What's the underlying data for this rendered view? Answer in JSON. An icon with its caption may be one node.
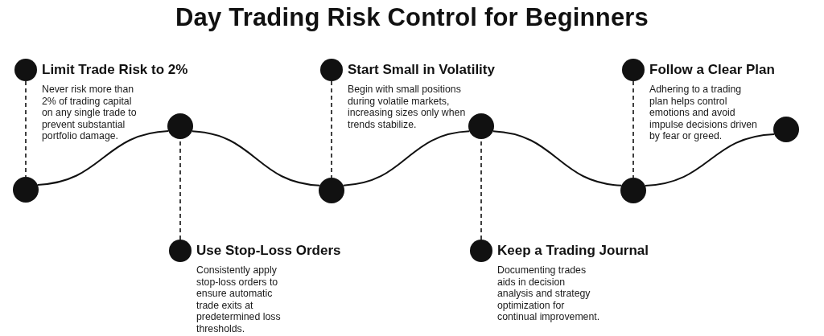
{
  "diagram": {
    "title": "Day Trading Risk Control for Beginners",
    "nodes": [
      {
        "text": [
          "Limit Trade Risk to 2%"
        ],
        "beside": [
          "Never risk more than 2% of trading capital on any single trade to prevent substantial portfolio damage."
        ]
      },
      {
        "text": [
          "Use Stop-Loss Orders"
        ],
        "beside": [
          "Consistently apply stop-loss orders to ensure automatic trade exits at predetermined loss thresholds."
        ]
      },
      {
        "text": [
          "Start Small in Volatility"
        ],
        "beside": [
          "Begin with small positions during volatile markets, increasing sizes only when trends stabilize."
        ]
      },
      {
        "text": [
          "Keep a Trading Journal"
        ],
        "beside": [
          "Documenting trades aids in decision analysis and strategy optimization for continual improvement."
        ]
      },
      {
        "text": [
          "Follow a Clear Plan"
        ],
        "beside": [
          "Adhering to a trading plan helps control emotions and avoid impulse decisions driven by fear or greed."
        ]
      },
      {
        "text": [],
        "shape": "circle"
      },
      {
        "text": [],
        "shape": "circle"
      },
      {
        "text": [],
        "shape": "circle"
      },
      {
        "text": [],
        "shape": "circle"
      },
      {
        "text": [],
        "shape": "circle"
      },
      {
        "text": [],
        "shape": "circle"
      }
    ],
    "edges": [
      {
        "from": 5,
        "to": 6,
        "arrow": "none"
      },
      {
        "from": 6,
        "to": 7,
        "arrow": "none"
      },
      {
        "from": 7,
        "to": 8,
        "arrow": "none"
      },
      {
        "from": 8,
        "to": 9,
        "arrow": "none"
      },
      {
        "from": 9,
        "to": 10,
        "arrow": "none"
      },
      {
        "from": 0,
        "to": 5,
        "arrow": "none",
        "style": "dashed"
      },
      {
        "from": 1,
        "to": 6,
        "arrow": "none",
        "style": "dashed"
      },
      {
        "from": 2,
        "to": 7,
        "arrow": "none",
        "style": "dashed"
      },
      {
        "from": 3,
        "to": 8,
        "arrow": "none",
        "style": "dashed"
      },
      {
        "from": 4,
        "to": 9,
        "arrow": "none",
        "style": "dashed"
      }
    ]
  }
}
